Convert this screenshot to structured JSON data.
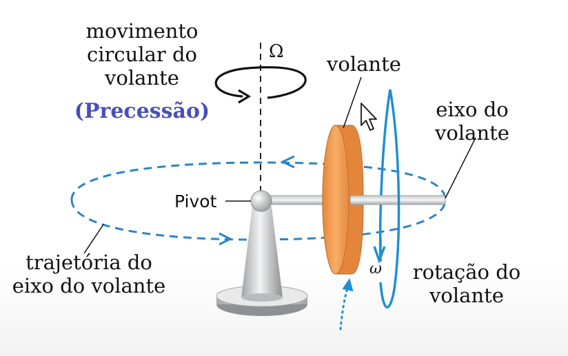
{
  "labels": {
    "precession_line1": "movimento",
    "precession_line2": "circular do",
    "precession_line3": "volante",
    "precession_highlight": "(Precessão)",
    "omega_capital": "Ω",
    "flywheel": "volante",
    "axis_line1": "eixo do",
    "axis_line2": "volante",
    "pivot": "Pivot",
    "trajectory_line1": "trajetória do",
    "trajectory_line2": "eixo do volante",
    "rotation_line1": "rotação do",
    "rotation_line2": "volante",
    "omega_small": "ω"
  },
  "colors": {
    "flywheel_face": "#f5a25a",
    "flywheel_rim": "#e08a3c",
    "dashed_blue": "#2a84c6",
    "rotation_blue": "#1f8fd0",
    "precession_text": "#4a4fb5",
    "stand_gray": "#d4d4d6"
  }
}
